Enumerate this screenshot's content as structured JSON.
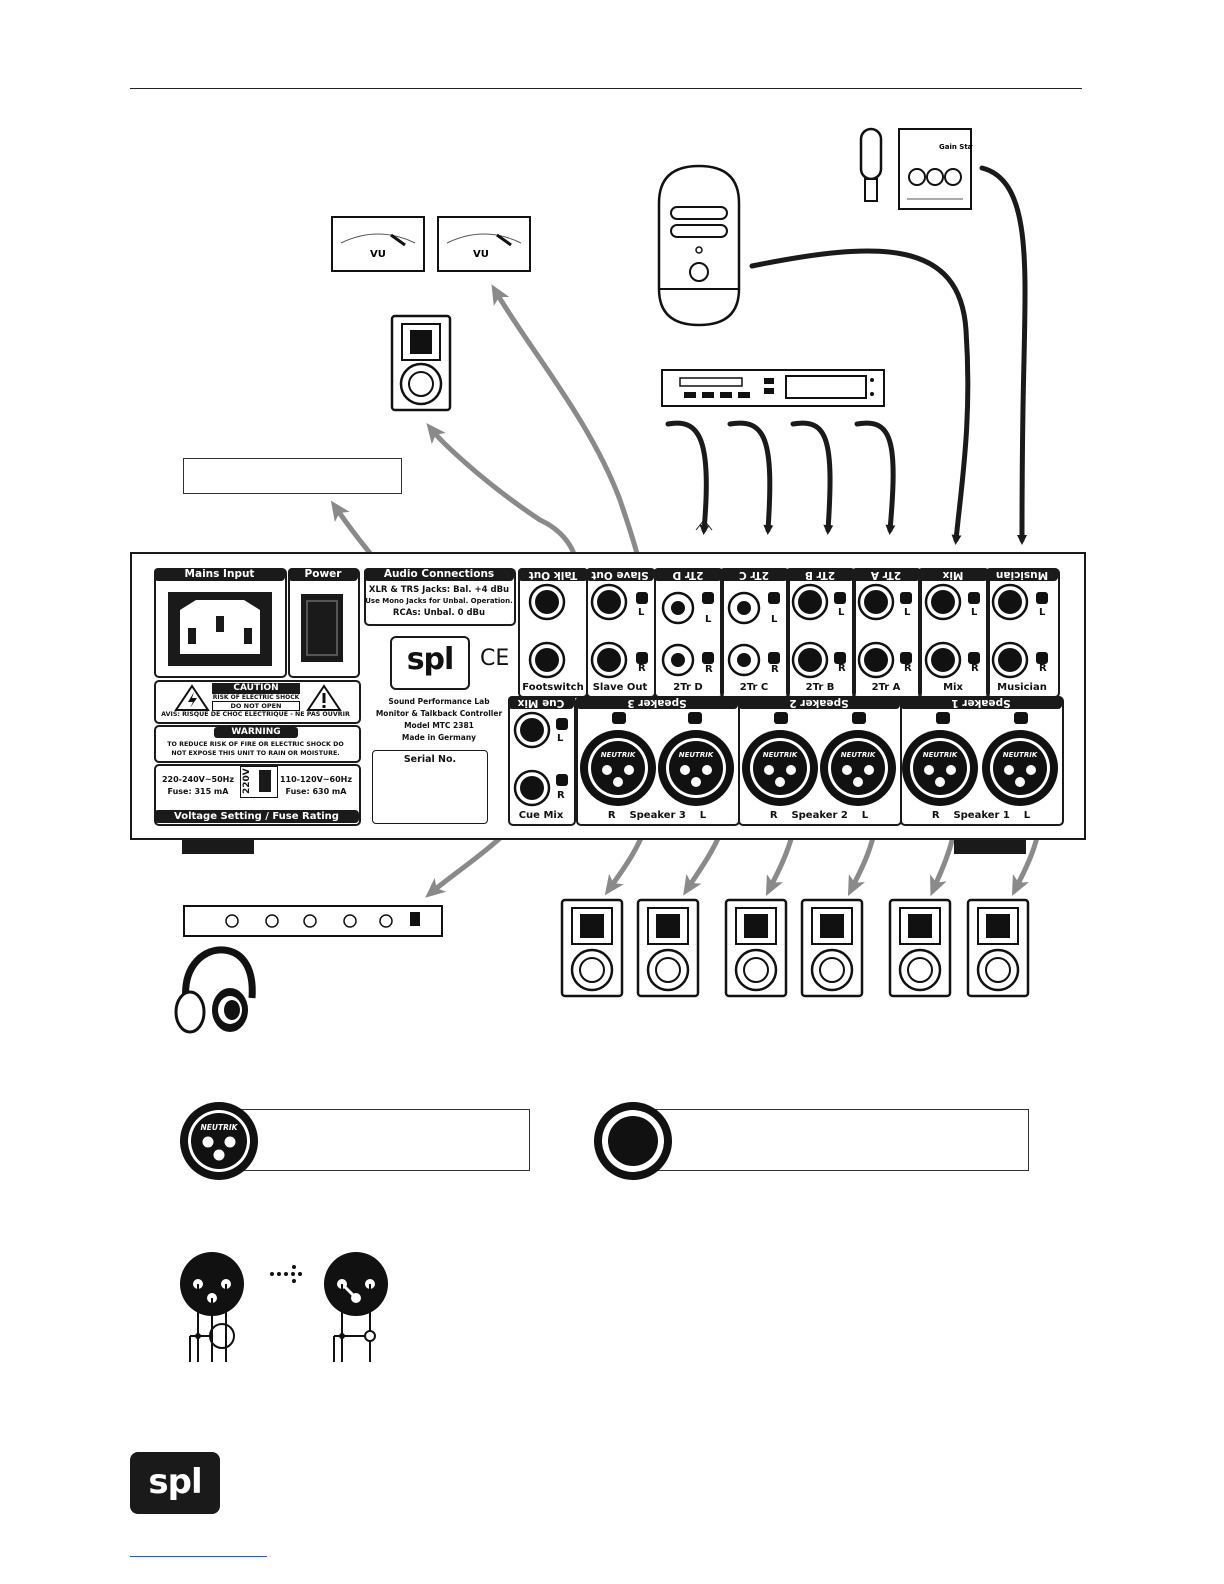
{
  "panel": {
    "mains_input": "Mains Input",
    "power": "Power",
    "audio_connections": "Audio Connections",
    "audio_line1": "XLR & TRS Jacks: Bal. +4 dBu",
    "audio_line2": "Use Mono Jacks for Unbal. Operation.",
    "audio_line3": "RCAs: Unbal. 0 dBu",
    "caution_title": "CAUTION",
    "caution_line1": "RISK OF ELECTRIC SHOCK",
    "caution_line2": "DO NOT OPEN",
    "caution_fr": "AVIS: RISQUE DE CHOC ÉLECTRIQUE - NE PAS OUVRIR",
    "warning_title": "WARNING",
    "warning_line1": "TO REDUCE RISK OF FIRE OR ELECTRIC SHOCK DO",
    "warning_line2": "NOT EXPOSE THIS UNIT TO RAIN OR MOISTURE.",
    "volt_left1": "220-240V~50Hz",
    "volt_left2": "Fuse: 315 mA",
    "volt_switch": "220V",
    "volt_right1": "110-120V~60Hz",
    "volt_right2": "Fuse: 630 mA",
    "voltage_setting": "Voltage Setting / Fuse Rating",
    "company": "Sound Performance Lab",
    "product": "Monitor & Talkback Controller",
    "model": "Model MTC 2381",
    "made_in": "Made in Germany",
    "serial": "Serial No.",
    "ce": "CE",
    "logo": "spl"
  },
  "jacks": {
    "talk_out": "Talk Out",
    "footswitch": "Footswitch",
    "slave_out": "Slave Out",
    "slave_out_bottom": "Slave Out",
    "tr_d": "2Tr D",
    "tr_c": "2Tr C",
    "tr_b": "2Tr B",
    "tr_a": "2Tr A",
    "mix": "Mix",
    "musician": "Musician",
    "cue_mix": "Cue Mix",
    "speaker3": "Speaker 3",
    "speaker2": "Speaker 2",
    "speaker1": "Speaker 1",
    "speaker3_bottom": "R    Speaker 3    L",
    "speaker2_bottom": "R    Speaker 2    L",
    "speaker1_bottom": "R    Speaker 1    L",
    "ch_l": "L",
    "ch_r": "R",
    "neutrik": "NEUTRIK"
  },
  "devices": {
    "vu": "VU",
    "gain_station": "Gain Station"
  },
  "legend": {
    "xlr_label": "",
    "trs_label": "",
    "callout_label": ""
  },
  "colors": {
    "ink": "#1a1a1a",
    "arrow_grey": "#8a8a8a",
    "footer_line": "#3355cc"
  }
}
